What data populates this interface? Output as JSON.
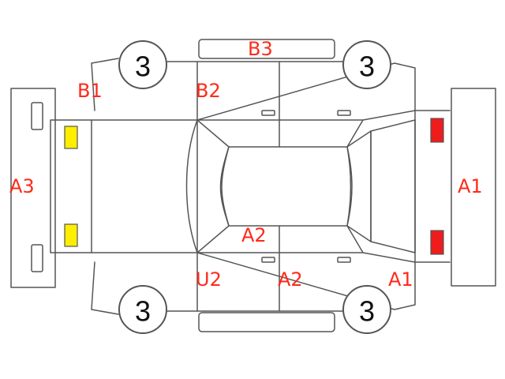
{
  "tires": {
    "front_left": "3",
    "front_right": "3",
    "rear_left": "3",
    "rear_right": "3"
  },
  "codes": {
    "b3_roof": "B3",
    "b1_left_fender": "B1",
    "b2_door": "B2",
    "a3_rear_bumper": "A3",
    "a1_front_bumper": "A1",
    "a2_roof": "A2",
    "u2_door": "U2",
    "a2_door": "A2",
    "a1_right_fender": "A1"
  },
  "light_colors": {
    "rear": "#ffee00",
    "front": "#ee1c1c"
  },
  "code_color": "#ff2a1a"
}
